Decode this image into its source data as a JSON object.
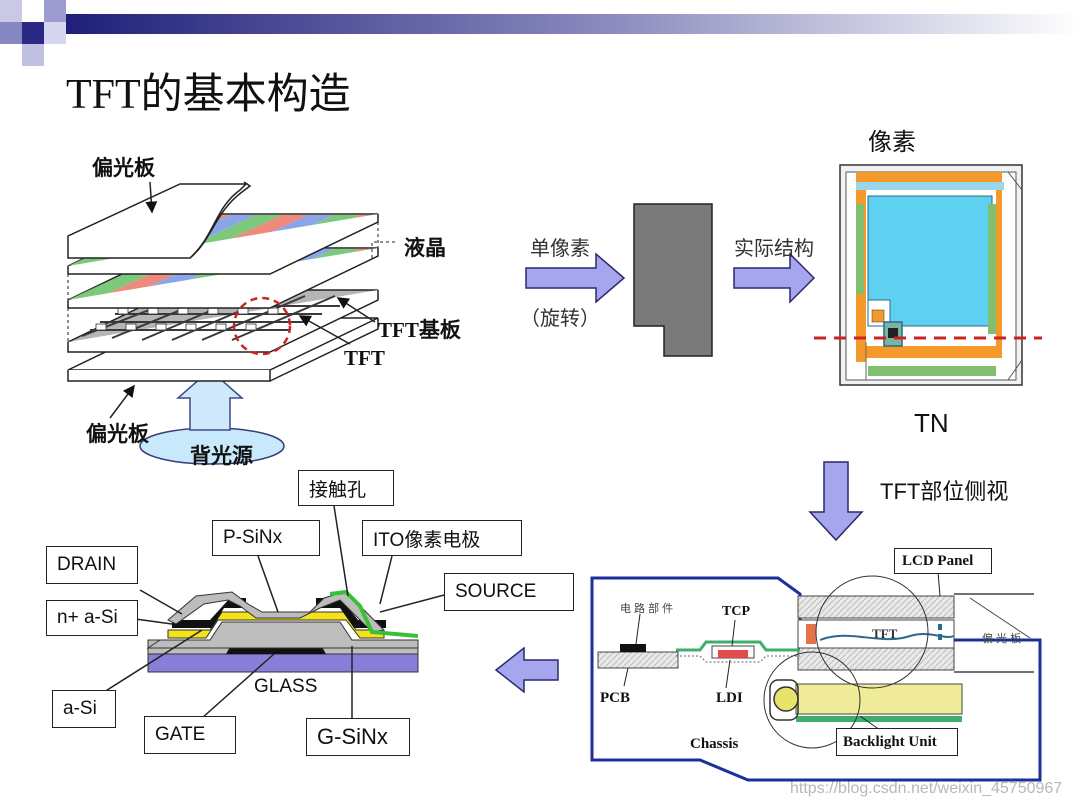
{
  "slide": {
    "title": "TFT的基本构造",
    "watermark": "https://blog.csdn.net/weixin_45750967",
    "header_bar_color": "#1f1f7a"
  },
  "layers": {
    "polarizer_top": "偏光板",
    "liquid_crystal": "液晶",
    "tft_substrate": "TFT基板",
    "tft": "TFT",
    "polarizer_bottom": "偏光板",
    "backlight": "背光源"
  },
  "flow": {
    "single_pixel": "单像素",
    "rotate": "（旋转）",
    "actual_structure": "实际结构",
    "pixel": "像素",
    "tn": "TN",
    "tft_side_view": "TFT部位侧视"
  },
  "module": {
    "lcd_panel": "LCD Panel",
    "circuit_parts": "电 路 部 件",
    "tcp": "TCP",
    "tft": "TFT",
    "polarizer": "偏 光 板",
    "pcb": "PCB",
    "ldi": "LDI",
    "chassis": "Chassis",
    "backlight_unit": "Backlight Unit"
  },
  "cross_section": {
    "contact_hole": "接触孔",
    "p_sinx": "P-SiNx",
    "ito": "ITO像素电极",
    "drain": "DRAIN",
    "source": "SOURCE",
    "n_plus_asi": "n+ a-Si",
    "glass": "GLASS",
    "a_si": "a-Si",
    "gate": "GATE",
    "g_sinx": "G-SiNx"
  },
  "colors": {
    "arrow_fill": "#a6a6ee",
    "arrow_stroke": "#2a2a6a",
    "pixel_orange": "#f39a2a",
    "pixel_cyan": "#5ed0f0",
    "pixel_green": "#7fbf6f",
    "cut_line_red": "#cc2222",
    "glass_purple": "#8a7fd8",
    "insulator_gray": "#bdbdbd",
    "yellow_asi": "#f4e21a",
    "black_metal": "#111111",
    "green_ito": "#36c236",
    "module_frame_blue": "#1c2e9c"
  }
}
